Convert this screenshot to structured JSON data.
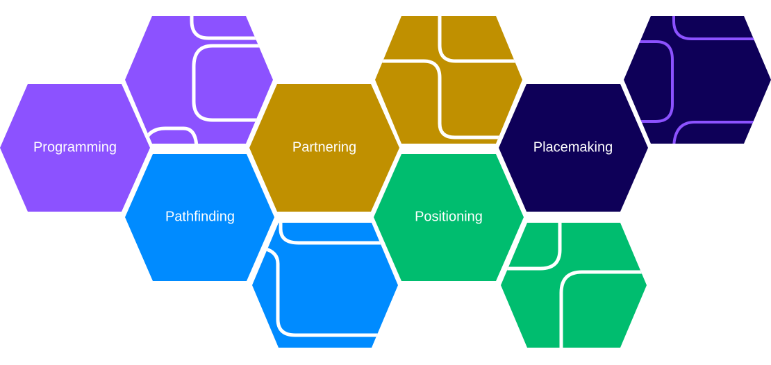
{
  "colors": {
    "purple": "#8c52ff",
    "blue": "#008bff",
    "gold": "#c09000",
    "green": "#00bd6f",
    "navy": "#0e0058",
    "navy_line": "#8c52ff",
    "line": "#ffffff"
  },
  "hexagons": [
    {
      "id": "programming",
      "label": "Programming",
      "color": "purple"
    },
    {
      "id": "pathfinding",
      "label": "Pathfinding",
      "color": "blue"
    },
    {
      "id": "partnering",
      "label": "Partnering",
      "color": "gold"
    },
    {
      "id": "positioning",
      "label": "Positioning",
      "color": "green"
    },
    {
      "id": "placemaking",
      "label": "Placemaking",
      "color": "navy"
    }
  ],
  "decorative_hexagons": [
    {
      "id": "purple-pattern",
      "color": "purple"
    },
    {
      "id": "blue-pattern",
      "color": "blue"
    },
    {
      "id": "gold-pattern",
      "color": "gold"
    },
    {
      "id": "green-pattern",
      "color": "green"
    },
    {
      "id": "navy-pattern",
      "color": "navy"
    }
  ]
}
